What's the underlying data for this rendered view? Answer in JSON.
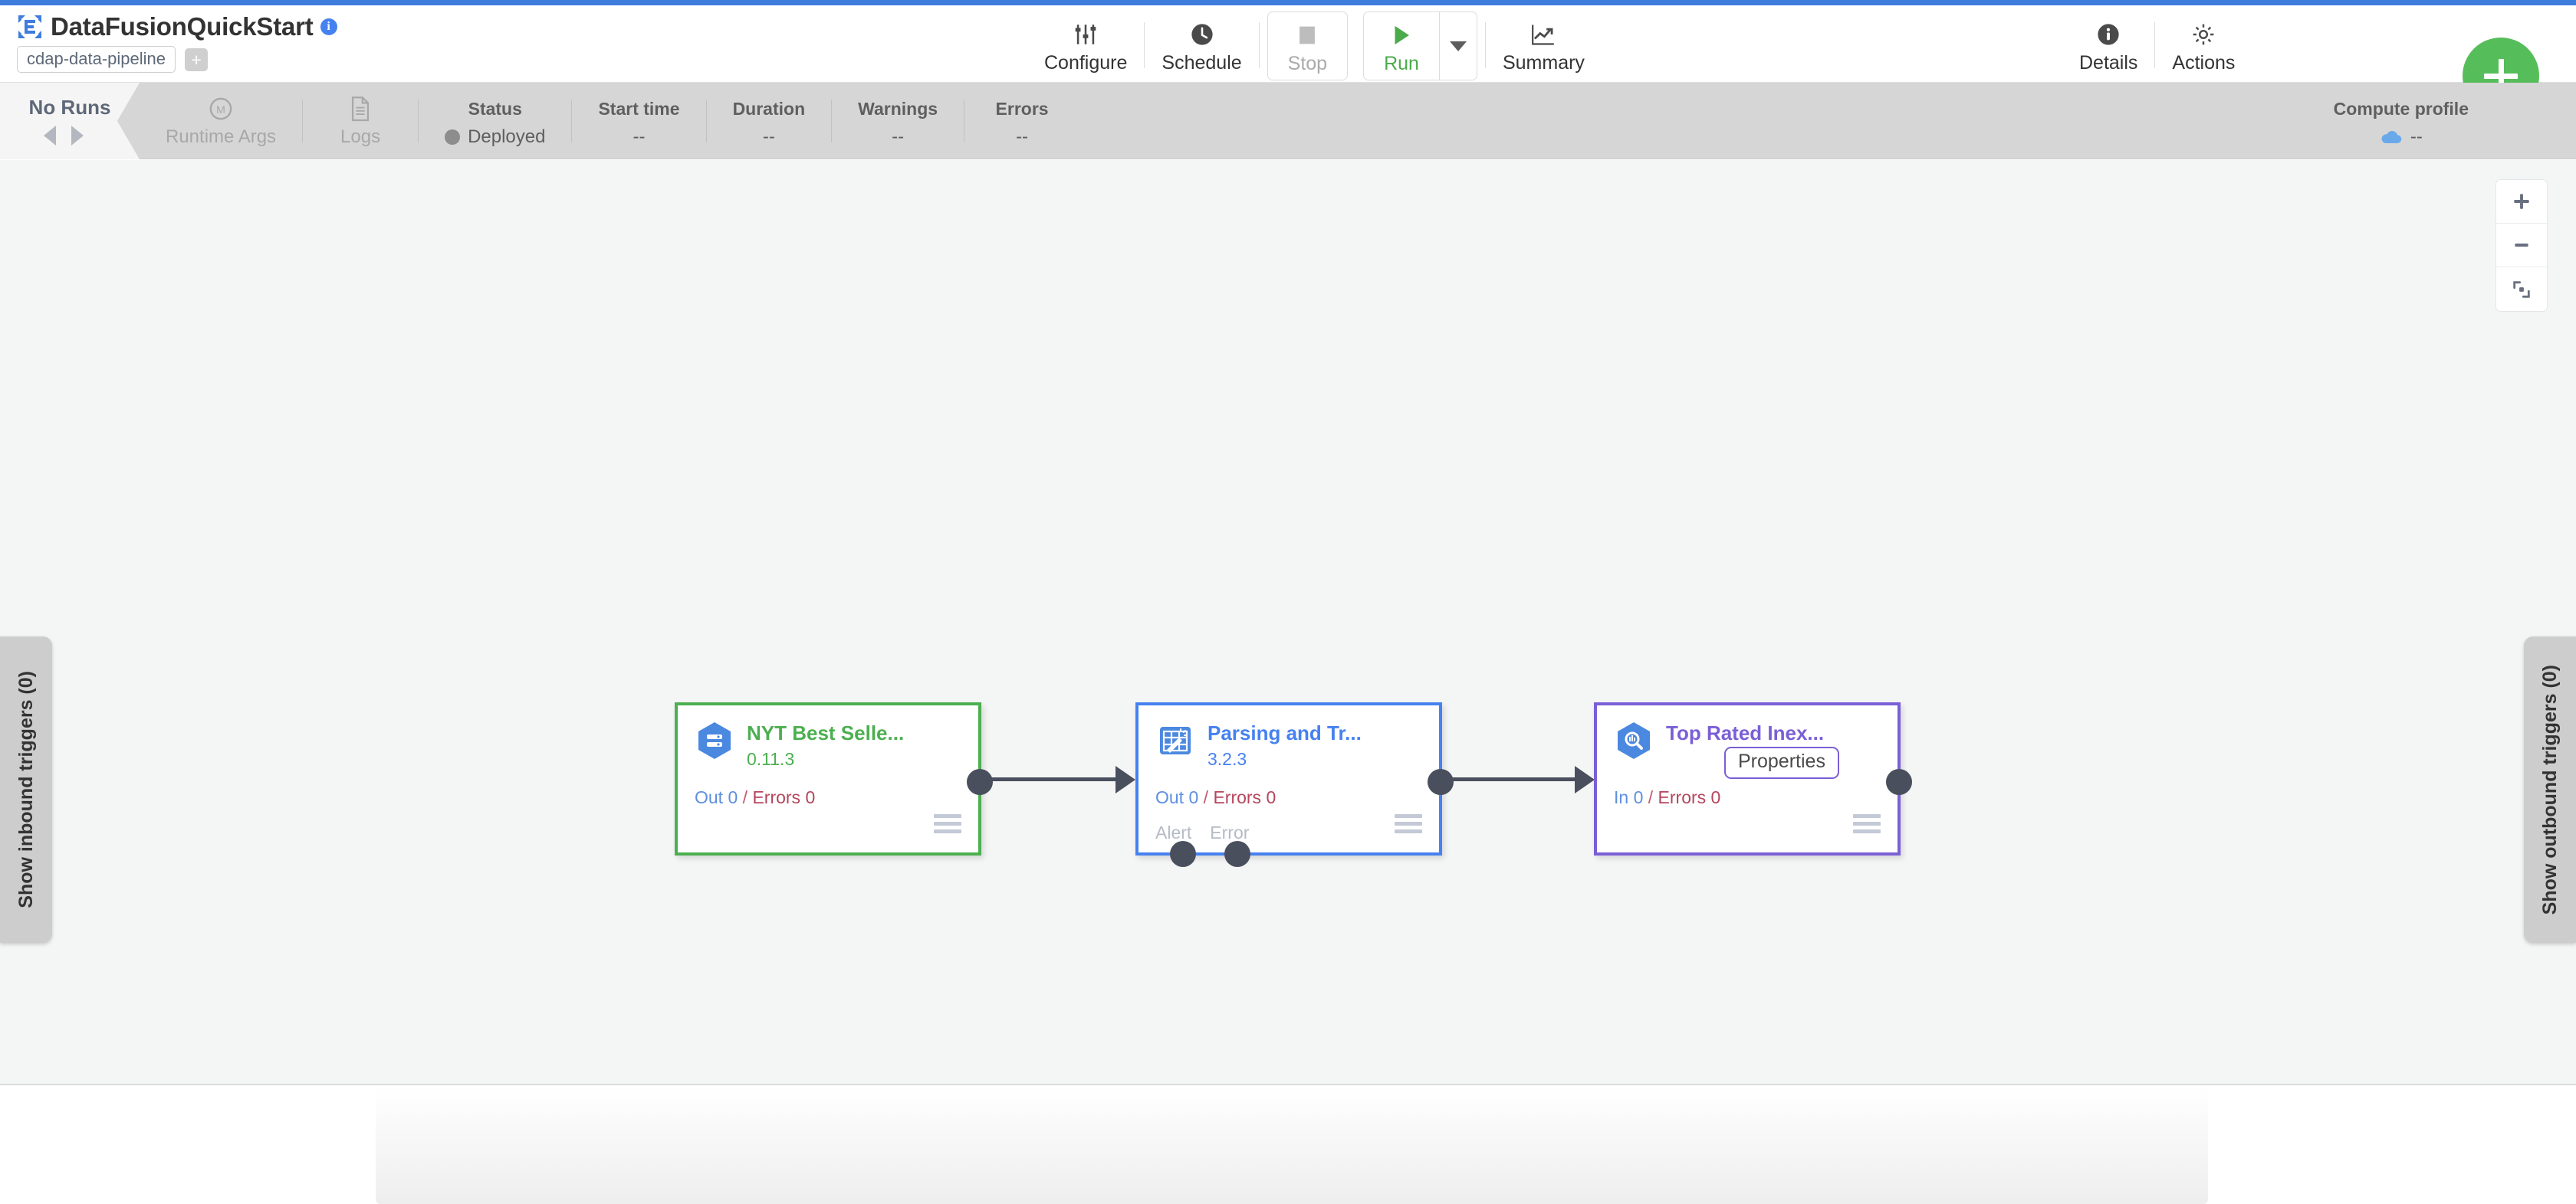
{
  "header": {
    "logo_icon": "cdap-logo-icon",
    "title": "DataFusionQuickStart",
    "info_icon": "info-icon",
    "artifact_tag": "cdap-data-pipeline",
    "add_tag_label": "+",
    "actions": [
      {
        "label": "Configure",
        "icon": "sliders-icon"
      },
      {
        "label": "Schedule",
        "icon": "clock-icon"
      },
      {
        "label": "Stop",
        "icon": "stop-square-icon"
      },
      {
        "label": "Run",
        "icon": "play-triangle-icon"
      },
      {
        "label": "Summary",
        "icon": "line-chart-icon"
      },
      {
        "label": "Details",
        "icon": "info-circle-icon"
      },
      {
        "label": "Actions",
        "icon": "gear-icon"
      }
    ],
    "run_dropdown_icon": "chevron-down-icon",
    "fab_label": "+",
    "fab_icon": "plus-icon",
    "colors": {
      "accent_blue": "#3f7ddd",
      "run_green": "#4bab4b",
      "fab_green": "#56bd5b"
    }
  },
  "runbar": {
    "no_runs_label": "No Runs",
    "prev_icon": "chevron-left-icon",
    "next_icon": "chevron-right-icon",
    "runtime_args": {
      "label": "Runtime Args",
      "icon": "macro-m-icon"
    },
    "logs": {
      "label": "Logs",
      "icon": "document-icon"
    },
    "metrics": [
      {
        "title": "Status",
        "value": "Deployed",
        "has_dot": true
      },
      {
        "title": "Start time",
        "value": "--",
        "has_dot": false
      },
      {
        "title": "Duration",
        "value": "--",
        "has_dot": false
      },
      {
        "title": "Warnings",
        "value": "--",
        "has_dot": false
      },
      {
        "title": "Errors",
        "value": "--",
        "has_dot": false
      }
    ],
    "compute_profile": {
      "title": "Compute profile",
      "value": "--",
      "icon": "cloud-icon"
    }
  },
  "canvas": {
    "zoom_controls": [
      {
        "name": "zoom-in-button",
        "icon": "plus-icon",
        "label": "+"
      },
      {
        "name": "zoom-out-button",
        "icon": "minus-icon",
        "label": "−"
      },
      {
        "name": "fit-to-screen-button",
        "icon": "fit-screen-icon",
        "label": ""
      }
    ],
    "inbound_trigger_tab": "Show inbound triggers (0)",
    "outbound_trigger_tab": "Show outbound triggers (0)",
    "nodes": [
      {
        "id": "node-source",
        "name": "NYT Best Selle...",
        "version": "0.11.3",
        "icon": "bigquery-source-icon",
        "metrics_prefix": "Out 0",
        "metrics_errors": "Errors 0",
        "separator": " / ",
        "endpoints": [],
        "color": "#4caf50",
        "menu_icon": "hamburger-menu-icon"
      },
      {
        "id": "node-wrangler",
        "name": "Parsing and Tr...",
        "version": "3.2.3",
        "icon": "wrangler-icon",
        "metrics_prefix": "Out 0",
        "metrics_errors": "Errors 0",
        "separator": " / ",
        "endpoints": [
          "Alert",
          "Error"
        ],
        "color": "#4681f0",
        "menu_icon": "hamburger-menu-icon"
      },
      {
        "id": "node-sink",
        "name": "Top Rated Inex...",
        "version": "",
        "icon": "bigquery-sink-icon",
        "metrics_prefix": "In 0",
        "metrics_errors": "Errors 0",
        "separator": " / ",
        "endpoints": [],
        "color": "#7a5fd6",
        "menu_icon": "hamburger-menu-icon",
        "tooltip": "Properties"
      }
    ]
  }
}
